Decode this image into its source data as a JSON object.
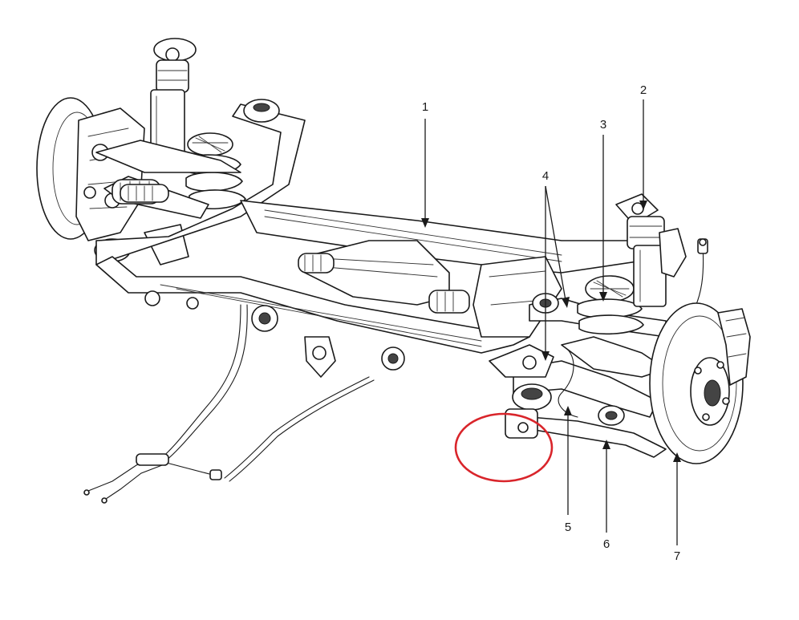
{
  "figure": {
    "callouts": [
      "1",
      "2",
      "3",
      "4",
      "5",
      "6",
      "7"
    ],
    "highlight_color": "#d9252b",
    "line_color": "#1a1a1a"
  },
  "icons": {
    "left_hub": "wheel-hub-icon",
    "right_brake_disc": "brake-disc-icon",
    "shock_absorber": "shock-absorber-icon",
    "coil_spring": "coil-spring-icon"
  }
}
